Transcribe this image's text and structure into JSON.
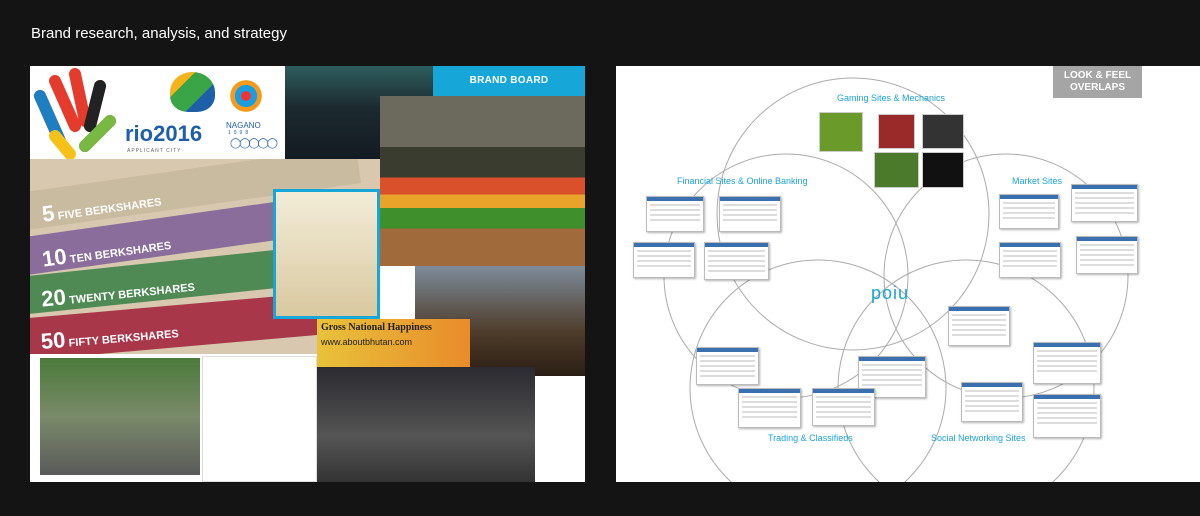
{
  "page": {
    "title": "Brand research, analysis, and strategy"
  },
  "brand_board": {
    "tag": "BRAND BOARD",
    "logos": {
      "rio": "rio2016",
      "rio_sub": "APPLICANT CITY",
      "nagano": "NAGANO",
      "nagano_year": "1998"
    },
    "berkshares": [
      "FIVE BERKSHARES",
      "TEN BERKSHARES",
      "TWENTY BERKSHARES",
      "FIFTY BERKSHARES"
    ],
    "berkshares_nums": [
      "5",
      "10",
      "20",
      "50"
    ],
    "gnh": "Gross National Happiness",
    "gnh_url": "www.aboutbhutan.com"
  },
  "overlaps": {
    "tag_line1": "LOOK & FEEL",
    "tag_line2": "OVERLAPS",
    "logo": "poiu",
    "circles": [
      "Gaming Sites & Mechanics",
      "Financial Sites & Online Banking",
      "Market Sites",
      "Trading & Classifieds",
      "Social Networking Sites"
    ]
  },
  "colors": {
    "accent": "#16a7d8",
    "tag_gray": "#a5a5a5",
    "background": "#141414"
  }
}
